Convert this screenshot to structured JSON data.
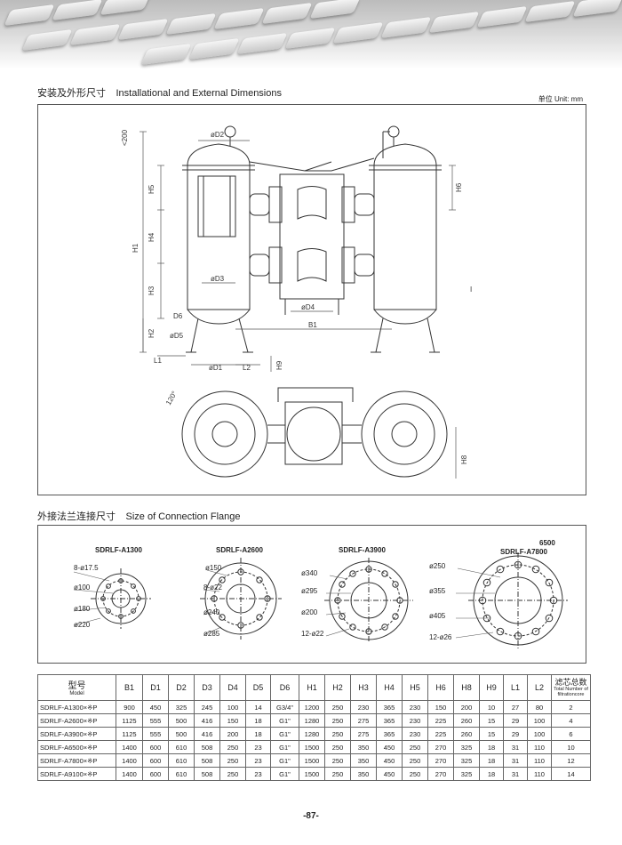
{
  "section1": {
    "title_cn": "安装及外形尺寸",
    "title_en": "Installational and External Dimensions",
    "unit": "单位 Unit: mm"
  },
  "drawing_labels": {
    "le200": "<200",
    "d2": "øD2",
    "d3": "øD3",
    "d4": "øD4",
    "d5": "øD5",
    "d1": "øD1",
    "d6": "D6",
    "b1": "B1",
    "h1": "H1",
    "h2": "H2",
    "h3": "H3",
    "h4": "H4",
    "h5": "H5",
    "h6": "H6",
    "h8": "H8",
    "h9": "H9",
    "l1": "L1",
    "l2": "L2",
    "angle": "120°",
    "i": "I"
  },
  "section2": {
    "title_cn": "外接法兰连接尺寸",
    "title_en": "Size of Connection Flange"
  },
  "flanges": [
    {
      "name": "SDRLF-A1300",
      "labels": [
        "8-ø17.5",
        "ø100",
        "ø180",
        "ø220"
      ]
    },
    {
      "name": "SDRLF-A2600",
      "labels": [
        "ø150",
        "8-ø22",
        "ø240",
        "ø285"
      ]
    },
    {
      "name": "SDRLF-A3900",
      "labels": [
        "ø340",
        "ø295",
        "ø200",
        "12-ø22"
      ]
    },
    {
      "name_top": "6500",
      "name": "SDRLF-A7800",
      "labels": [
        "ø250",
        "ø355",
        "ø405",
        "12-ø26"
      ]
    }
  ],
  "table": {
    "model_cn": "型号",
    "model_en": "Model",
    "columns": [
      "B1",
      "D1",
      "D2",
      "D3",
      "D4",
      "D5",
      "D6",
      "H1",
      "H2",
      "H3",
      "H4",
      "H5",
      "H6",
      "H8",
      "H9",
      "L1",
      "L2"
    ],
    "total_cn": "滤芯总数",
    "total_en_1": "Total Number of",
    "total_en_2": "filtrationcore",
    "rows": [
      {
        "model": "SDRLF-A1300×※P",
        "values": [
          "900",
          "450",
          "325",
          "245",
          "100",
          "14",
          "G3/4\"",
          "1200",
          "250",
          "230",
          "365",
          "230",
          "150",
          "200",
          "10",
          "27",
          "80"
        ],
        "total": "2"
      },
      {
        "model": "SDRLF-A2600×※P",
        "values": [
          "1125",
          "555",
          "500",
          "416",
          "150",
          "18",
          "G1\"",
          "1280",
          "250",
          "275",
          "365",
          "230",
          "225",
          "260",
          "15",
          "29",
          "100"
        ],
        "total": "4"
      },
      {
        "model": "SDRLF-A3900×※P",
        "values": [
          "1125",
          "555",
          "500",
          "416",
          "200",
          "18",
          "G1\"",
          "1280",
          "250",
          "275",
          "365",
          "230",
          "225",
          "260",
          "15",
          "29",
          "100"
        ],
        "total": "6"
      },
      {
        "model": "SDRLF-A6500×※P",
        "values": [
          "1400",
          "600",
          "610",
          "508",
          "250",
          "23",
          "G1\"",
          "1500",
          "250",
          "350",
          "450",
          "250",
          "270",
          "325",
          "18",
          "31",
          "110"
        ],
        "total": "10"
      },
      {
        "model": "SDRLF-A7800×※P",
        "values": [
          "1400",
          "600",
          "610",
          "508",
          "250",
          "23",
          "G1\"",
          "1500",
          "250",
          "350",
          "450",
          "250",
          "270",
          "325",
          "18",
          "31",
          "110"
        ],
        "total": "12"
      },
      {
        "model": "SDRLF-A9100×※P",
        "values": [
          "1400",
          "600",
          "610",
          "508",
          "250",
          "23",
          "G1\"",
          "1500",
          "250",
          "350",
          "450",
          "250",
          "270",
          "325",
          "18",
          "31",
          "110"
        ],
        "total": "14"
      }
    ]
  },
  "page_number": "-87-"
}
